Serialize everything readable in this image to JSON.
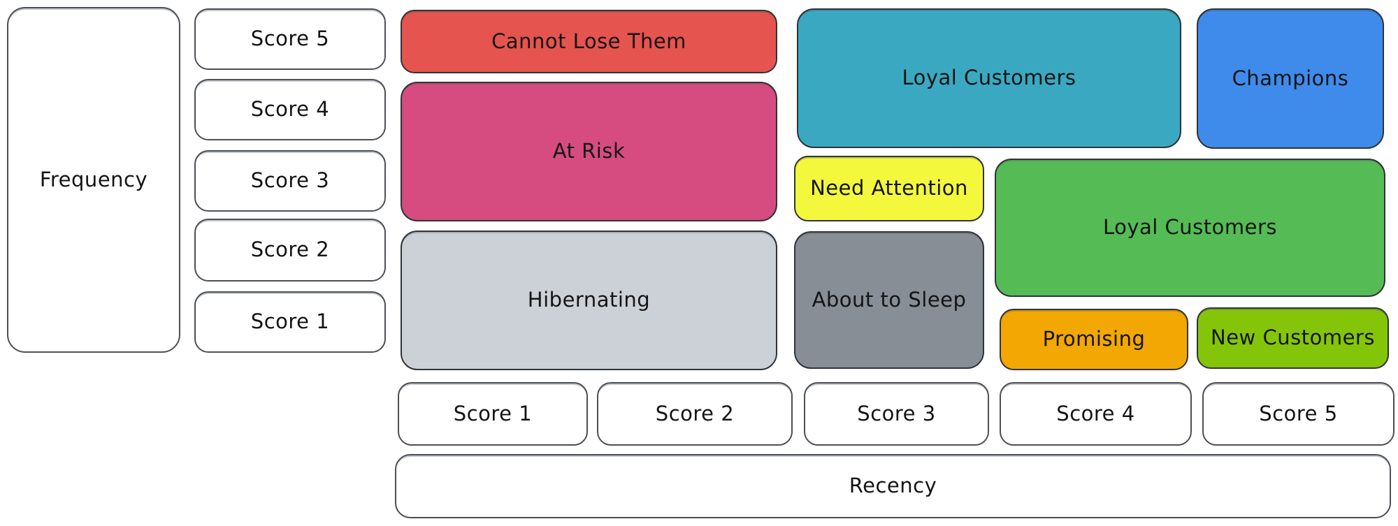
{
  "diagram": {
    "type": "rfm-segmentation-matrix"
  },
  "axes": {
    "frequency": {
      "label": "Frequency",
      "scores": [
        "Score 5",
        "Score 4",
        "Score 3",
        "Score 2",
        "Score 1"
      ]
    },
    "recency": {
      "label": "Recency",
      "scores": [
        "Score 1",
        "Score 2",
        "Score 3",
        "Score 4",
        "Score 5"
      ]
    }
  },
  "segments": [
    {
      "label": "Cannot Lose Them",
      "color": "#e5544e"
    },
    {
      "label": "At Risk",
      "color": "#d64c80"
    },
    {
      "label": "Hibernating",
      "color": "#ccd1d8"
    },
    {
      "label": "Loyal Customers",
      "color": "#3ba8c1"
    },
    {
      "label": "Champions",
      "color": "#3e8beb"
    },
    {
      "label": "Need Attention",
      "color": "#f4f83c"
    },
    {
      "label": "About to Sleep",
      "color": "#878e96"
    },
    {
      "label": "Loyal Customers",
      "color": "#55bc55"
    },
    {
      "label": "Promising",
      "color": "#f2a703"
    },
    {
      "label": "New Customers",
      "color": "#84c50a"
    }
  ]
}
